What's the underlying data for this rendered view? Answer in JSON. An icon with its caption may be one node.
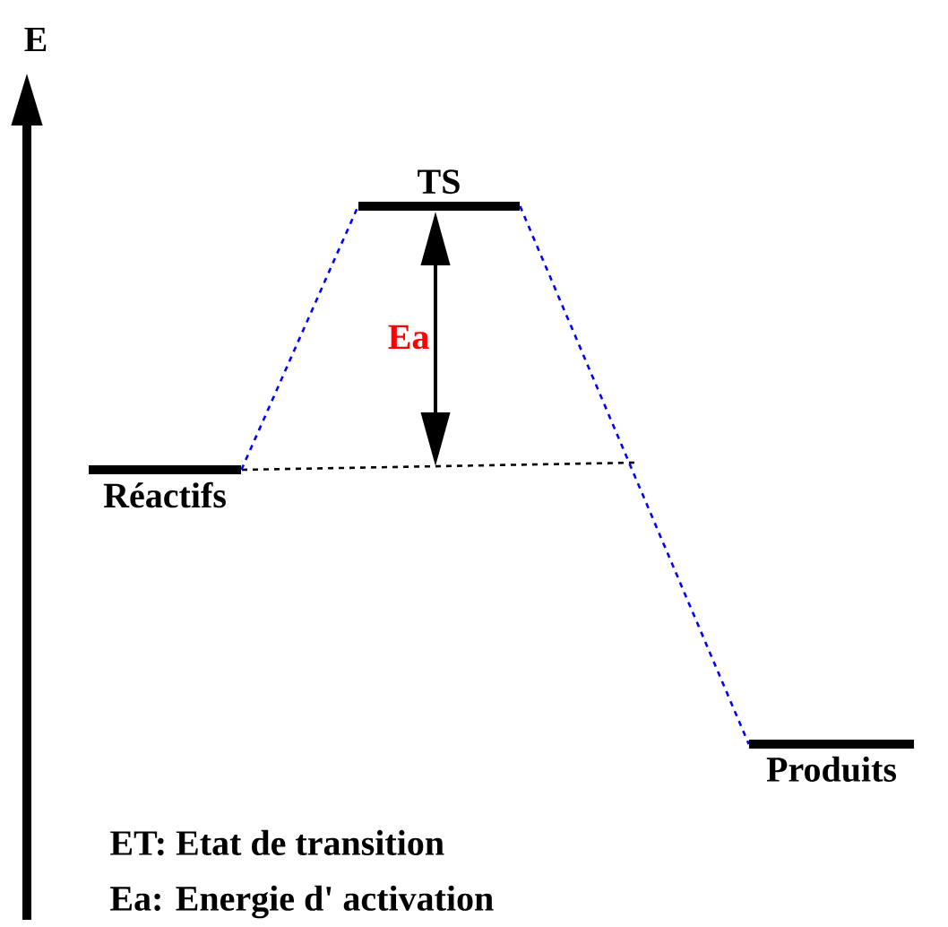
{
  "diagram": {
    "nodes": [
      {
        "text": [
          "Réactifs"
        ]
      },
      {
        "text": [
          "TS"
        ]
      },
      {
        "text": [
          "Produits"
        ]
      }
    ],
    "edges": [
      {
        "from": 0,
        "to": 1,
        "arrow": "none",
        "style": "dashed",
        "color": "#0000ff"
      },
      {
        "from": 1,
        "to": 2,
        "arrow": "none",
        "style": "dashed",
        "color": "#0000ff"
      }
    ],
    "labels": [
      "E",
      "Ea",
      "ET: Etat de transition",
      "Ea: Energie d' activation"
    ]
  }
}
